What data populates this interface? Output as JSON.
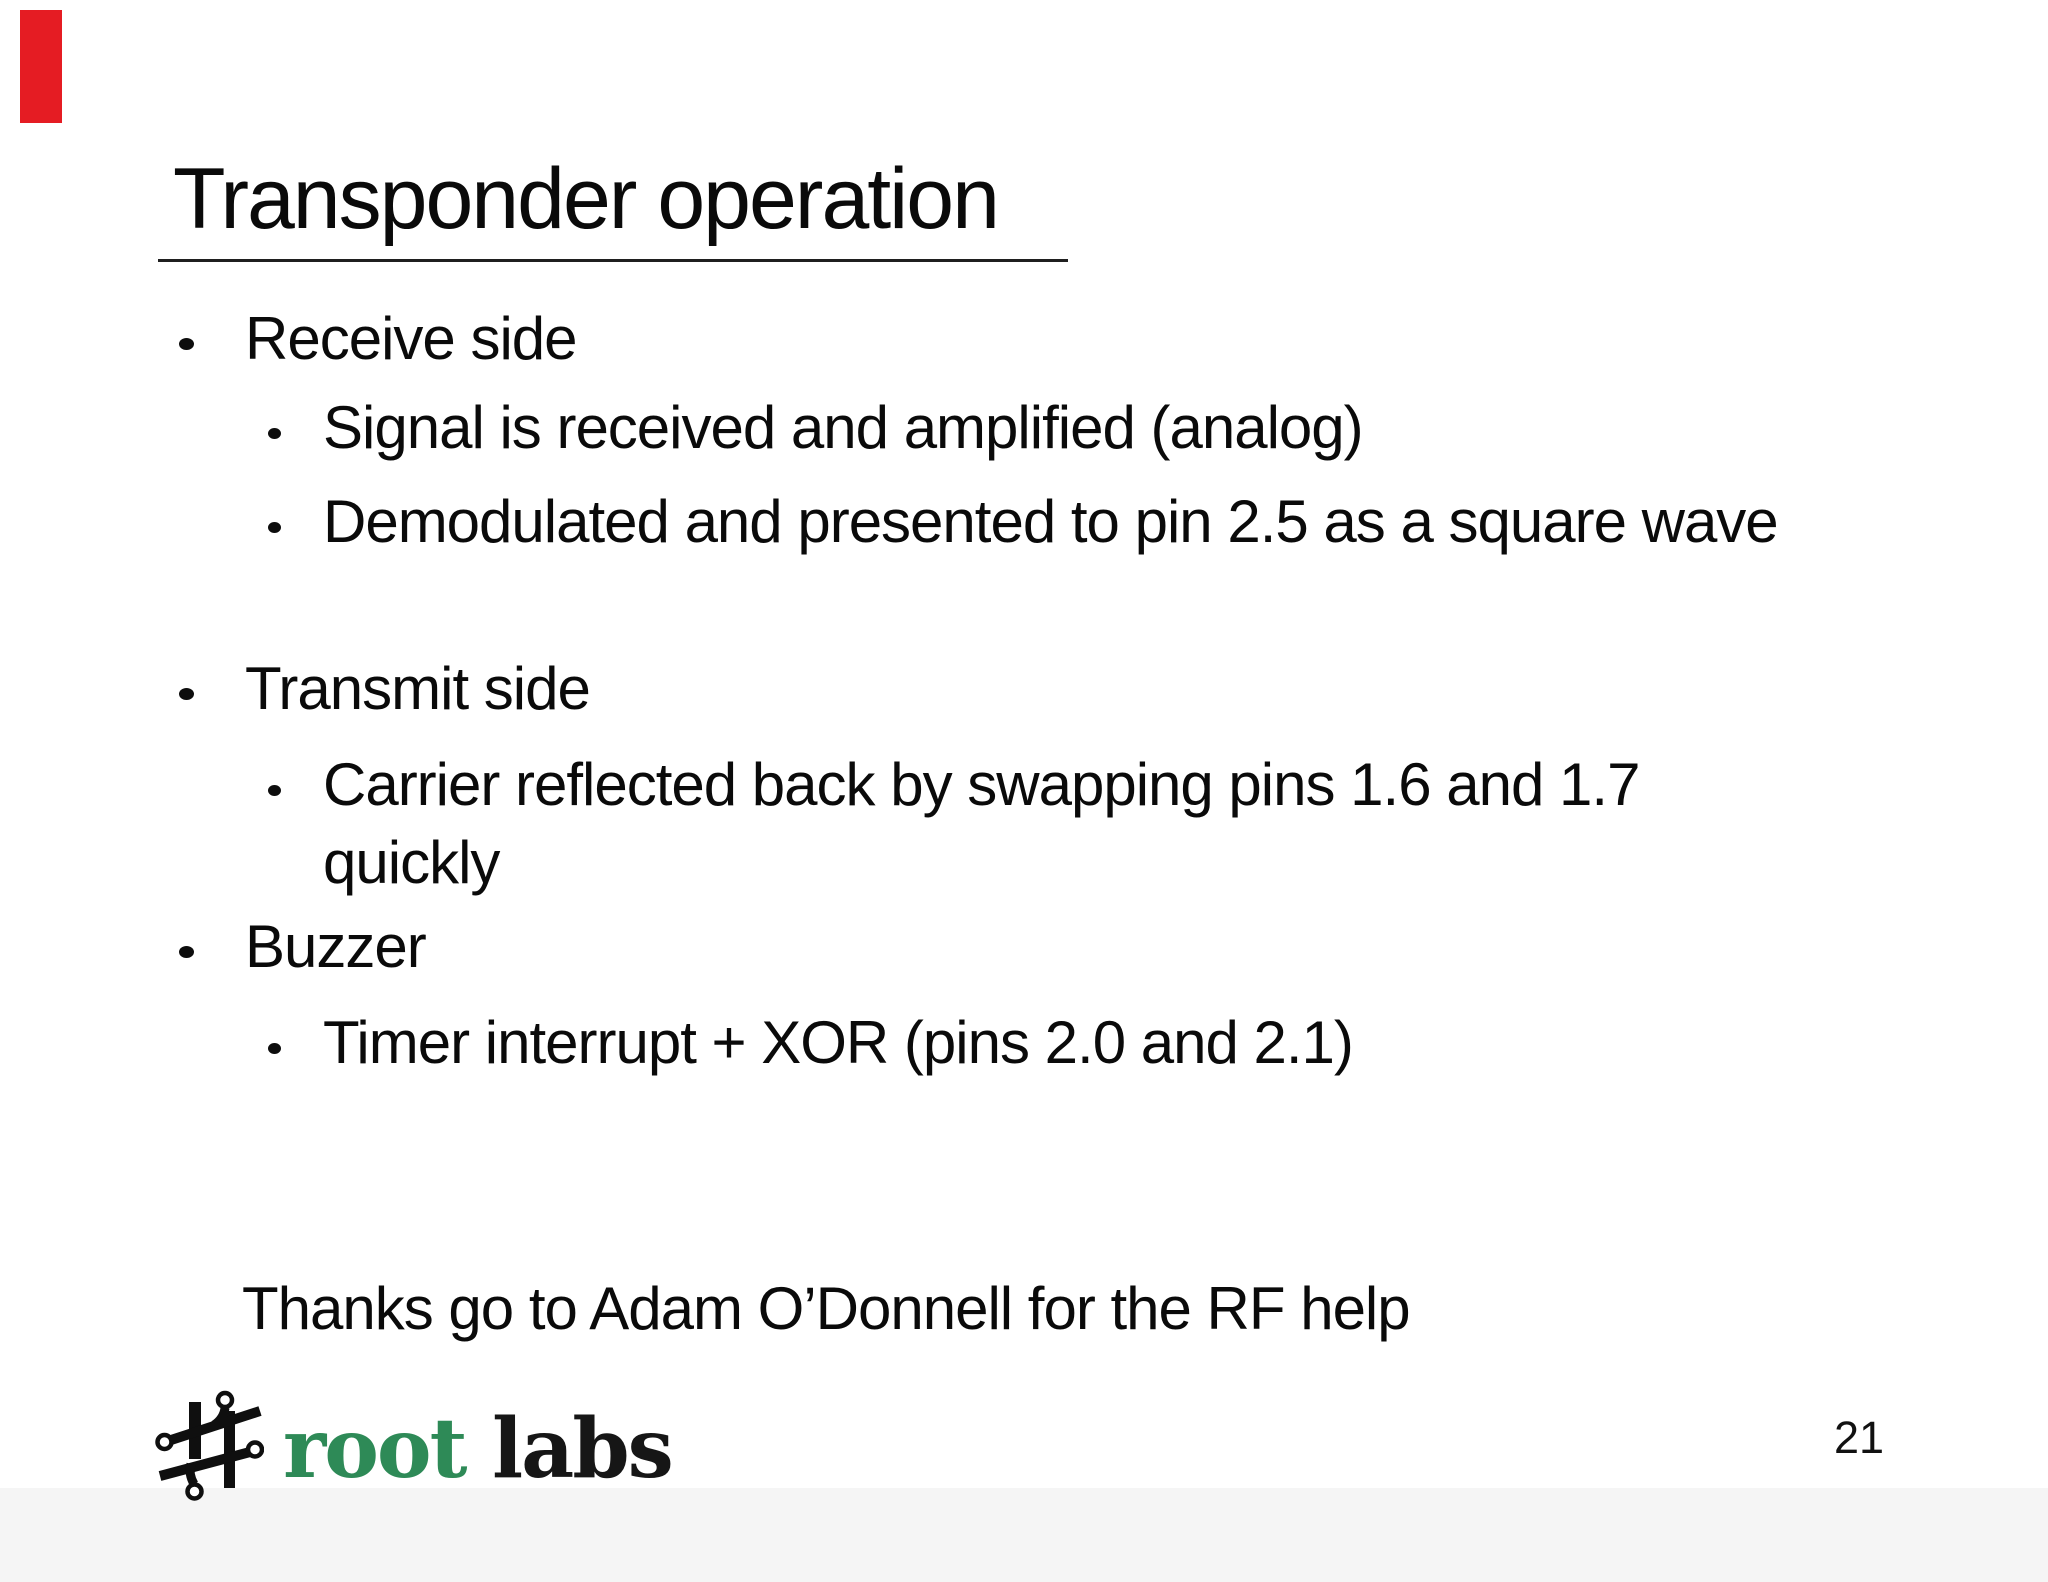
{
  "slide": {
    "title": "Transponder operation",
    "bullets": [
      {
        "level": 1,
        "text": "Receive side"
      },
      {
        "level": 2,
        "text": "Signal is received and amplified (analog)"
      },
      {
        "level": 2,
        "text": "Demodulated and presented to pin 2.5 as a square wave"
      },
      {
        "level": 1,
        "text": "Transmit side"
      },
      {
        "level": 2,
        "text": "Carrier reflected back by swapping pins 1.6 and 1.7 quickly"
      },
      {
        "level": 1,
        "text": "Buzzer"
      },
      {
        "level": 2,
        "text": "Timer interrupt + XOR (pins 2.0 and 2.1)"
      }
    ],
    "acknowledgement": "Thanks go to Adam O’Donnell for the RF help",
    "page_number": "21",
    "logo": {
      "word1": "root",
      "word2": "labs",
      "word1_color": "#2e8a57",
      "word2_color": "#161616"
    },
    "colors": {
      "marker_red": "#e51c23",
      "text": "#0a0a0a",
      "bottom_band": "#f5f5f5"
    }
  }
}
